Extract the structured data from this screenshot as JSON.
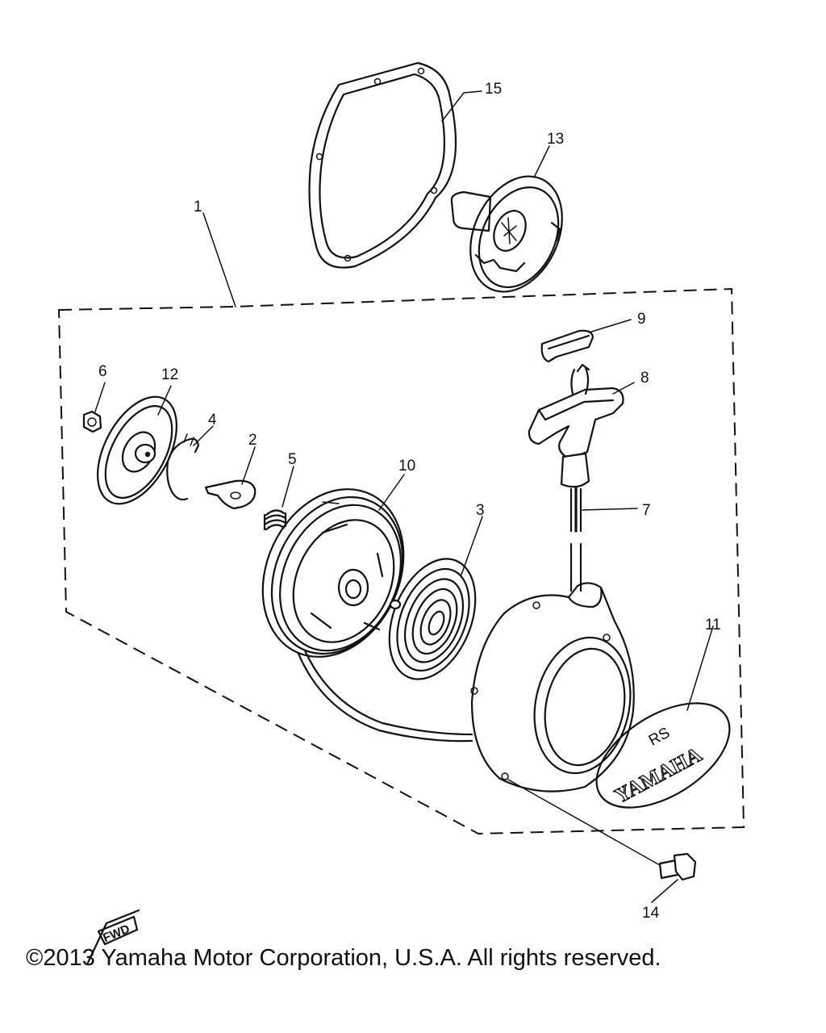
{
  "callouts": {
    "c1": "1",
    "c2": "2",
    "c3": "3",
    "c4": "4",
    "c5": "5",
    "c6": "6",
    "c7": "7",
    "c8": "8",
    "c9": "9",
    "c10": "10",
    "c11": "11",
    "c12": "12",
    "c13": "13",
    "c14": "14",
    "c15": "15"
  },
  "emblem": {
    "brand": "YAMAHA",
    "model": "RS"
  },
  "fwd_marker": "FWD",
  "copyright": "©2013 Yamaha Motor Corporation, U.S.A. All rights reserved."
}
